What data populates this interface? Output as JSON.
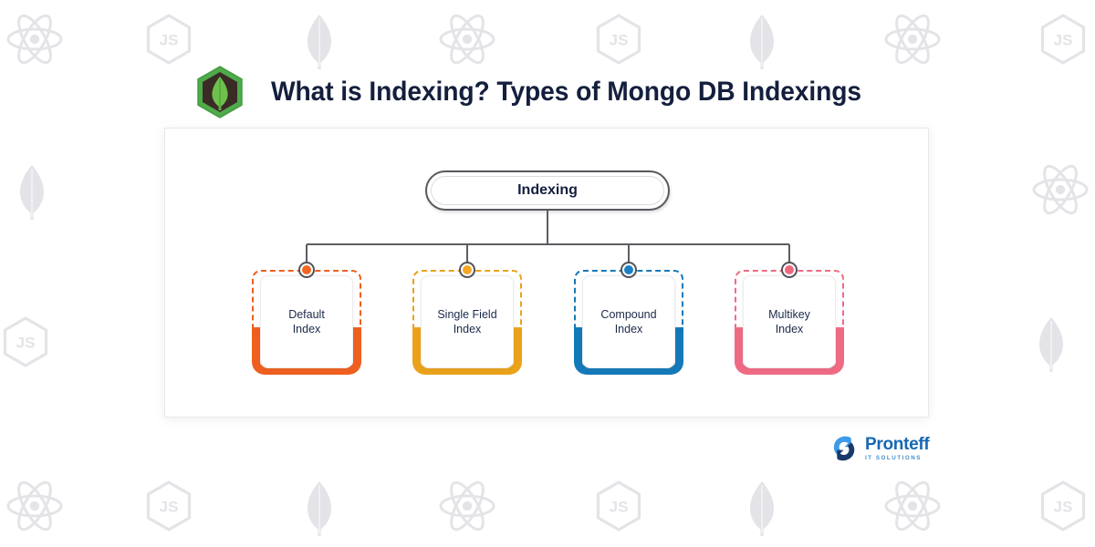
{
  "header": {
    "logo_icon": "mongodb-leaf-hexagon-icon",
    "title": "What is Indexing? Types of Mongo DB Indexings",
    "title_color": "#141f3d"
  },
  "diagram": {
    "type": "tree",
    "root": {
      "label": "Indexing",
      "shape": "rounded-pill",
      "border_color": "#58585e",
      "text_color": "#141f3d"
    },
    "nodes": [
      {
        "label": "Default\nIndex",
        "label_line1": "Default",
        "label_line2": "Index",
        "color": "#ef5f1f",
        "dot_color": "#f26522",
        "dashed_border_color": "#ef5f1f"
      },
      {
        "label": "Single Field\nIndex",
        "label_line1": "Single Field",
        "label_line2": "Index",
        "color": "#eba21a",
        "dot_color": "#f5a623",
        "dashed_border_color": "#eba21a"
      },
      {
        "label": "Compound\nIndex",
        "label_line1": "Compound",
        "label_line2": "Index",
        "color": "#1479b8",
        "dot_color": "#1b81c4",
        "dashed_border_color": "#1479b8"
      },
      {
        "label": "Multikey\nIndex",
        "label_line1": "Multikey",
        "label_line2": "Index",
        "color": "#ef6b83",
        "dot_color": "#f0687f",
        "dashed_border_color": "#ef6b83"
      }
    ],
    "connector_color": "#5d5d63",
    "panel_background": "#ffffff"
  },
  "brand": {
    "name": "Pronteff",
    "tagline": "IT SOLUTIONS",
    "mark_icon": "pronteff-link-e-icon",
    "name_color": "#1668b5",
    "tagline_color": "#3f8fd0"
  },
  "background": {
    "color": "#ffffff",
    "watermark_icons": [
      "react-atom-icon",
      "nodejs-js-hexagon-icon",
      "mongodb-leaf-icon"
    ],
    "watermark_color": "#e6e6e9"
  }
}
